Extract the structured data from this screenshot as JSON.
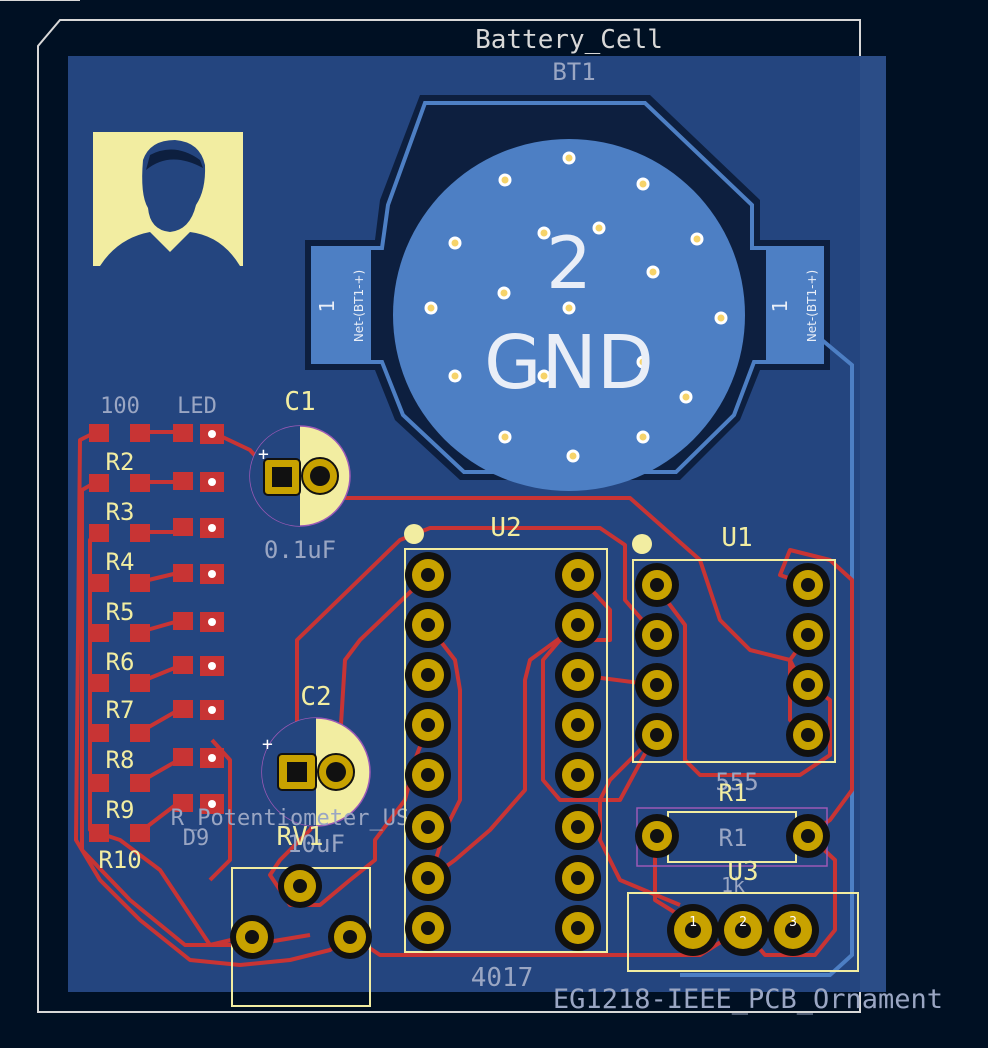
{
  "board": {
    "title_top": "Battery_Cell",
    "battery_ref": "BT1",
    "battery_pad_number": "2",
    "battery_pad_net": "GND",
    "battery_left_pad_number": "1",
    "battery_left_pad_net": "Net-(BT1-+)",
    "battery_right_pad_number": "1",
    "battery_right_pad_net": "Net-(BT1-+)",
    "footer_text": "EG1218-IEEE_PCB_Ornament"
  },
  "components": {
    "c1_ref": "C1",
    "c1_value": "0.1uF",
    "c2_ref": "C2",
    "c2_value": "10uF",
    "u1_ref": "U1",
    "u1_value": "555",
    "u2_ref": "U2",
    "u2_value": "4017",
    "r1_ref": "R1",
    "r1_label": "R1",
    "r1_value": "1k",
    "u3_ref": "U3",
    "rv1_ref": "RV1",
    "rv1_value": "R_Potentiometer_US",
    "led_header": "LED",
    "res_header": "100",
    "resistors": [
      "R2",
      "R3",
      "R4",
      "R5",
      "R6",
      "R7",
      "R8",
      "R9",
      "R10"
    ],
    "d_last": "D9",
    "u3_pins": [
      "1",
      "2",
      "3"
    ]
  },
  "colors": {
    "background": "#001023",
    "copper_fill": "#24457f",
    "copper_pad": "#4d7fc4",
    "trace": "#c83434",
    "silkscreen": "#f2eda1",
    "pad_gold": "#c8a200",
    "outline": "#d8d8d8"
  }
}
